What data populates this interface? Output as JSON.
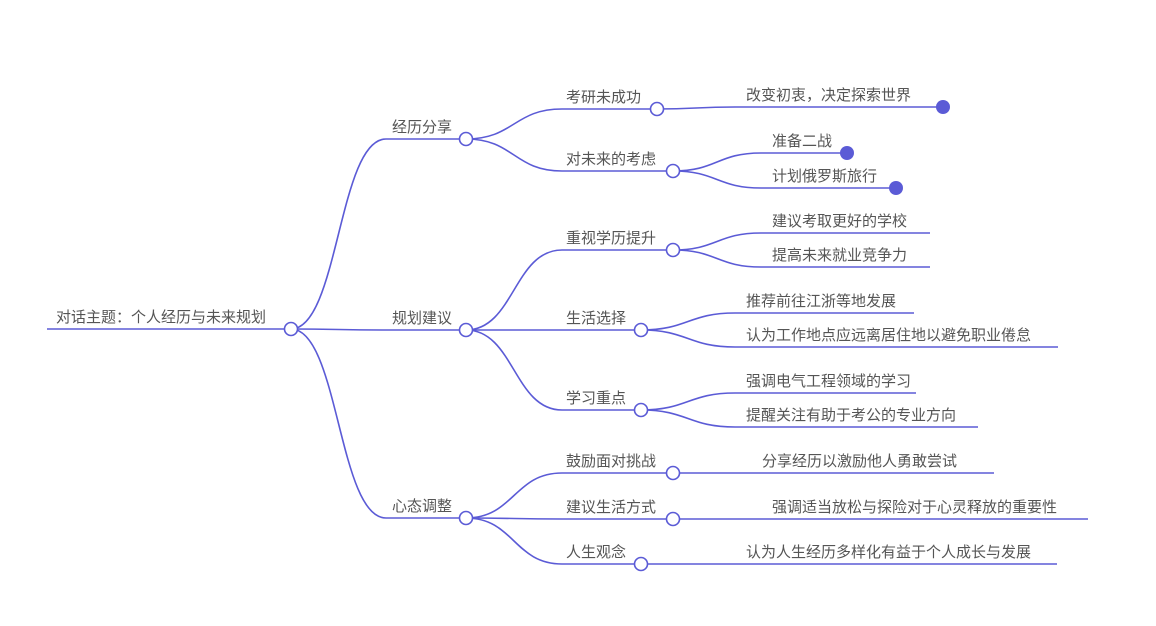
{
  "colors": {
    "line": "#5b5bd6",
    "text": "#555555",
    "background": "#ffffff"
  },
  "root": {
    "label": "对话主题：个人经历与未来规划",
    "children": [
      {
        "label": "经历分享",
        "children": [
          {
            "label": "考研未成功",
            "children": [
              {
                "label": "改变初衷，决定探索世界"
              }
            ]
          },
          {
            "label": "对未来的考虑",
            "children": [
              {
                "label": "准备二战"
              },
              {
                "label": "计划俄罗斯旅行"
              }
            ]
          }
        ]
      },
      {
        "label": "规划建议",
        "children": [
          {
            "label": "重视学历提升",
            "children": [
              {
                "label": "建议考取更好的学校"
              },
              {
                "label": "提高未来就业竞争力"
              }
            ]
          },
          {
            "label": "生活选择",
            "children": [
              {
                "label": "推荐前往江浙等地发展"
              },
              {
                "label": "认为工作地点应远离居住地以避免职业倦怠"
              }
            ]
          },
          {
            "label": "学习重点",
            "children": [
              {
                "label": "强调电气工程领域的学习"
              },
              {
                "label": "提醒关注有助于考公的专业方向"
              }
            ]
          }
        ]
      },
      {
        "label": "心态调整",
        "children": [
          {
            "label": "鼓励面对挑战",
            "children": [
              {
                "label": "分享经历以激励他人勇敢尝试"
              }
            ]
          },
          {
            "label": "建议生活方式",
            "children": [
              {
                "label": "强调适当放松与探险对于心灵释放的重要性"
              }
            ]
          },
          {
            "label": "人生观念",
            "children": [
              {
                "label": "认为人生经历多样化有益于个人成长与发展"
              }
            ]
          }
        ]
      }
    ]
  }
}
